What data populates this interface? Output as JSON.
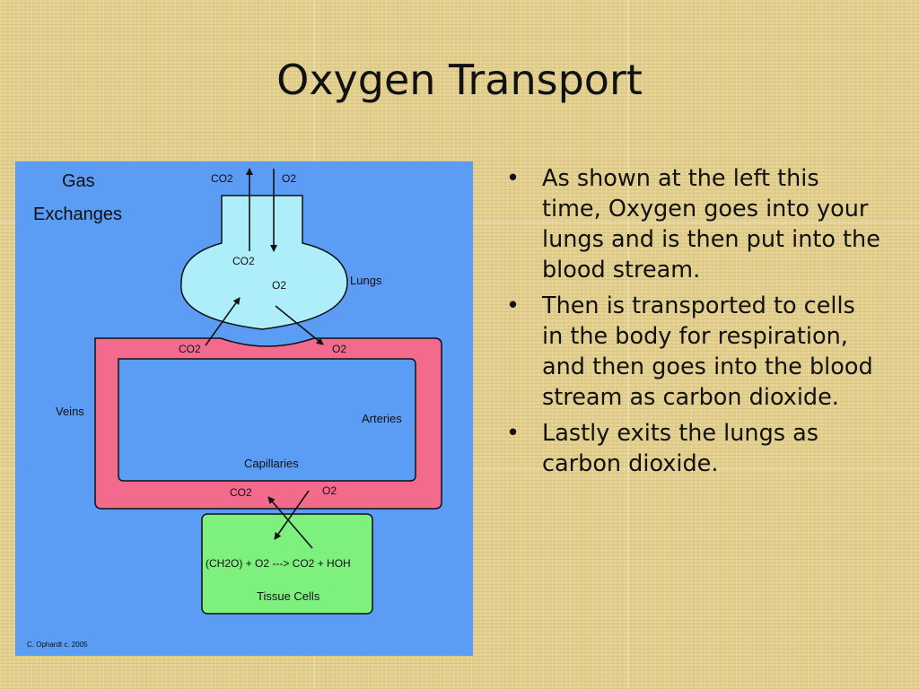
{
  "slide": {
    "title": "Oxygen Transport",
    "background_color": "#e3cf8e"
  },
  "diagram": {
    "heading_line1": "Gas",
    "heading_line2": "Exchanges",
    "top_co2": "CO2",
    "top_o2": "O2",
    "lungs_co2": "CO2",
    "lungs_o2": "O2",
    "lungs_label": "Lungs",
    "upper_co2": "CO2",
    "upper_o2": "O2",
    "veins_label": "Veins",
    "arteries_label": "Arteries",
    "capillaries_label": "Capillaries",
    "lower_co2": "CO2",
    "lower_o2": "O2",
    "equation": "(CH2O) + O2 ---> CO2 + HOH",
    "tissue_label": "Tissue Cells",
    "credit": "C. Ophardt c. 2005",
    "colors": {
      "background": "#5b9cf5",
      "lungs": "#aeeefa",
      "vessels": "#f26b8c",
      "tissue": "#7ef07e"
    }
  },
  "bullets": [
    {
      "text": "As shown at the left this time, Oxygen goes into your lungs and is then put into the blood stream."
    },
    {
      "text": "Then is transported to cells in the body for respiration, and then goes into the blood stream as carbon dioxide."
    },
    {
      "text": "Lastly exits the lungs as carbon dioxide."
    }
  ]
}
